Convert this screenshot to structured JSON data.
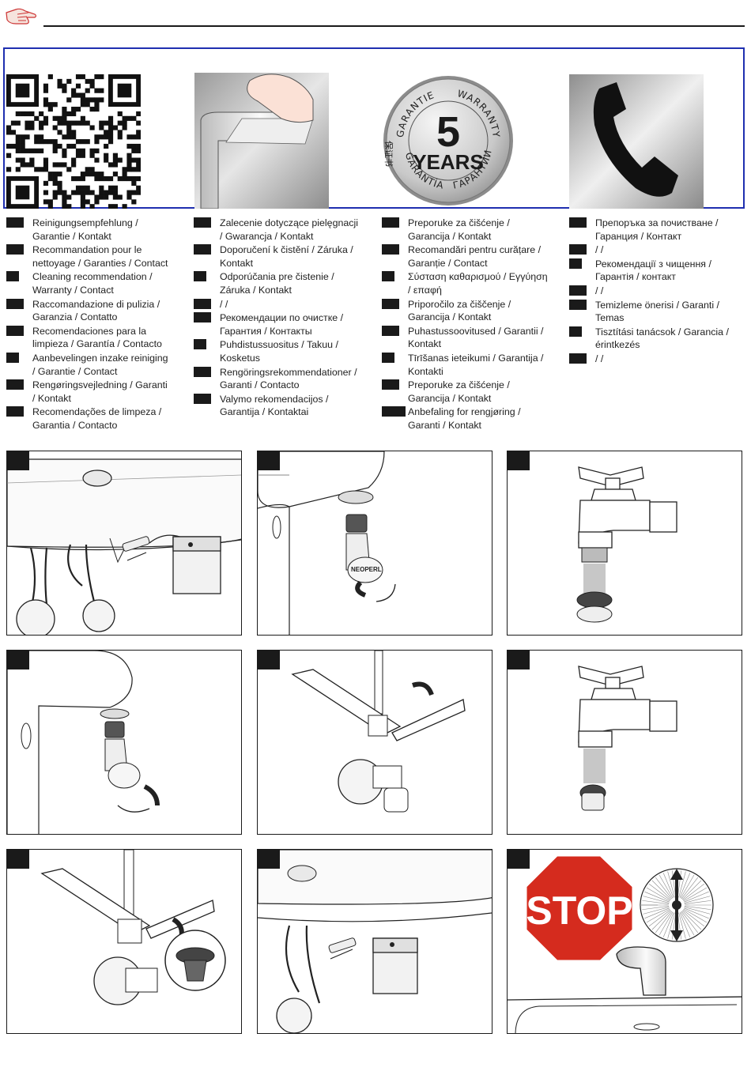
{
  "header": {
    "icon": "hand-wipe-icon"
  },
  "hero": {
    "seal": {
      "number": "5",
      "years": "YEARS",
      "arc_top_left": "GARANTIE",
      "arc_top_right": "WARRANTY",
      "arc_bottom_left": "GARANTÍA",
      "arc_bottom_right": "ГАРАНТИИ",
      "side_left": "保证书"
    }
  },
  "languages": {
    "col1": [
      {
        "text": "Reinigungsempfehlung / Garantie / Kontakt"
      },
      {
        "text": "Recommandation pour le nettoyage / Garanties / Contact"
      },
      {
        "text": "Cleaning recommendation / Warranty / Contact"
      },
      {
        "text": "Raccomandazione di pulizia / Garanzia / Contatto"
      },
      {
        "text": "Recomendaciones para la limpieza / Garantía / Contacto"
      },
      {
        "text": "Aanbevelingen inzake reiniging / Garantie / Contact"
      },
      {
        "text": "Rengøringsvejledning / Garanti / Kontakt"
      },
      {
        "text": "Recomendações de limpeza / Garantia / Contacto"
      }
    ],
    "col2": [
      {
        "text": "Zalecenie dotyczące pielęgnacji / Gwarancja / Kontakt"
      },
      {
        "text": "Doporučení k čistění / Záruka / Kontakt"
      },
      {
        "text": "Odporúčania pre čistenie / Záruka / Kontakt"
      },
      {
        "text": "/ /"
      },
      {
        "text": "Рекомендации по очистке / Гарантия / Контакты"
      },
      {
        "text": "Puhdistussuositus / Takuu / Kosketus"
      },
      {
        "text": "Rengöringsrekommendationer / Garanti / Contacto"
      },
      {
        "text": "Valymo rekomendacijos / Garantija / Kontaktai"
      }
    ],
    "col3": [
      {
        "text": "Preporuke za čišćenje / Garancija / Kontakt"
      },
      {
        "text": "Recomandări pentru curățare / Garanție / Contact"
      },
      {
        "text": "Σύσταση καθαρισμού / Εγγύηση / επαφή"
      },
      {
        "text": "Priporočilo za čiščenje / Garancija / Kontakt"
      },
      {
        "text": "Puhastussoovitused / Garantii / Kontakt"
      },
      {
        "text": "Tīrīšanas ieteikumi / Garantija / Kontakti"
      },
      {
        "text": "Preporuke za čišćenje / Garancija / Kontakt"
      },
      {
        "text": "Anbefaling for rengjøring / Garanti / Kontakt"
      }
    ],
    "col4": [
      {
        "text": "Препоръка за почистване / Гаранция / Контакт"
      },
      {
        "text": "/ /"
      },
      {
        "text": "Рекомендації з чищення / Гарантія / контакт"
      },
      {
        "text": "/ /"
      },
      {
        "text": "Temizleme önerisi / Garanti / Temas"
      },
      {
        "text": "Tisztítási tanácsok / Garancia / érintkezés"
      },
      {
        "text": "/ /"
      }
    ]
  },
  "steps": {
    "stop_sign": "STOP",
    "brand_text": "NEOPERL"
  }
}
